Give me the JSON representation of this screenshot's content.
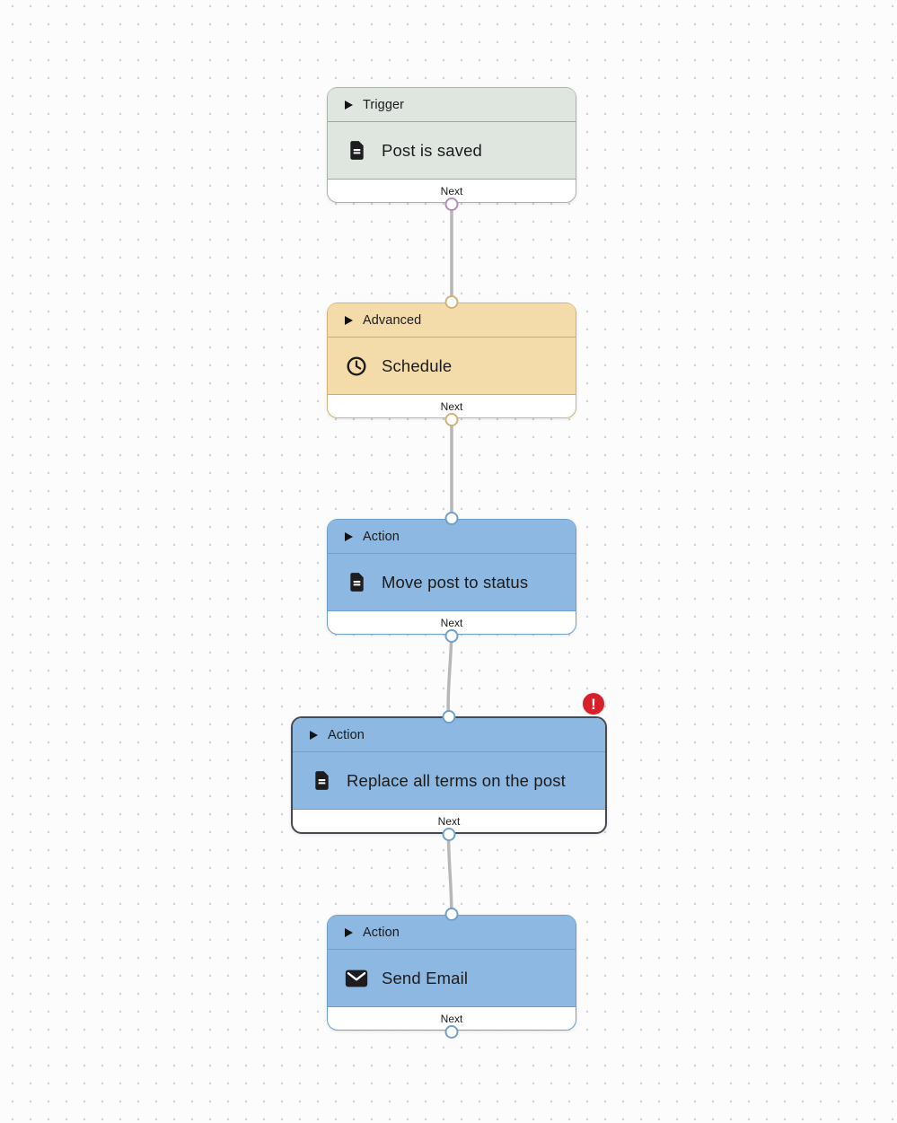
{
  "canvas": {
    "background": "#fcfcfd",
    "dot_color": "#d2d2d6"
  },
  "nodes": [
    {
      "category": "Trigger",
      "title": "Post is saved",
      "icon": "document-icon",
      "next_label": "Next",
      "variant": "trigger",
      "selected": false,
      "has_error": false
    },
    {
      "category": "Advanced",
      "title": "Schedule",
      "icon": "clock-icon",
      "next_label": "Next",
      "variant": "advanced",
      "selected": false,
      "has_error": false
    },
    {
      "category": "Action",
      "title": "Move post to status",
      "icon": "document-icon",
      "next_label": "Next",
      "variant": "action",
      "selected": false,
      "has_error": false
    },
    {
      "category": "Action",
      "title": "Replace all terms on the post",
      "icon": "document-icon",
      "next_label": "Next",
      "variant": "action",
      "selected": true,
      "has_error": true
    },
    {
      "category": "Action",
      "title": "Send Email",
      "icon": "mail-icon",
      "next_label": "Next",
      "variant": "action",
      "selected": false,
      "has_error": false
    }
  ],
  "error_badge": {
    "glyph": "!",
    "color": "#d6212b"
  },
  "colors": {
    "trigger_fill": "#dfe5df",
    "trigger_border": "#aab2ab",
    "trigger_output_port": "#b48cbe",
    "advanced_fill": "#f4dbaa",
    "advanced_border": "#d2b277",
    "action_fill": "#8cb8e1",
    "action_border": "#6f9fcd",
    "selected_border": "#46494e",
    "edge": "#b7b7ba",
    "text": "#1b1b1d"
  }
}
